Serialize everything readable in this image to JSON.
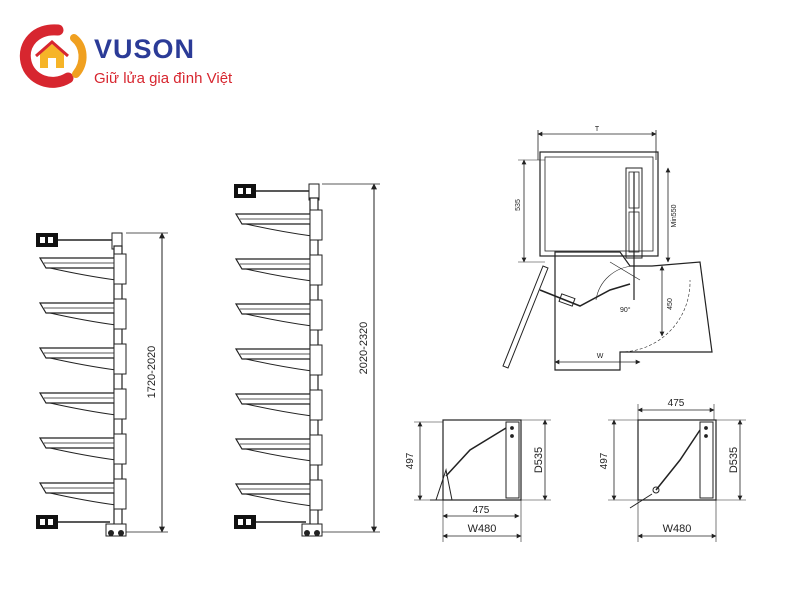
{
  "brand": {
    "name": "VUSON",
    "tagline": "Giữ lửa gia đình Việt",
    "primary_color": "#2b3b97",
    "accent_color": "#d7262f",
    "logo_icon": "vuson-logo-icon"
  },
  "rack_short": {
    "height_label": "1720-2020",
    "shelf_count": 6
  },
  "rack_tall": {
    "height_label": "2020-2320",
    "shelf_count": 7
  },
  "plan_view": {
    "top_label": "T",
    "left_label": "535",
    "right_label": "Min550",
    "lower_right_label": "450",
    "angle_label": "90°",
    "bottom_label": "W"
  },
  "front_left": {
    "height_label": "497",
    "depth_label": "D535",
    "inner_width_label": "475",
    "width_label": "W480"
  },
  "front_right": {
    "top_width_label": "475",
    "height_label": "497",
    "depth_label": "D535",
    "width_label": "W480"
  }
}
